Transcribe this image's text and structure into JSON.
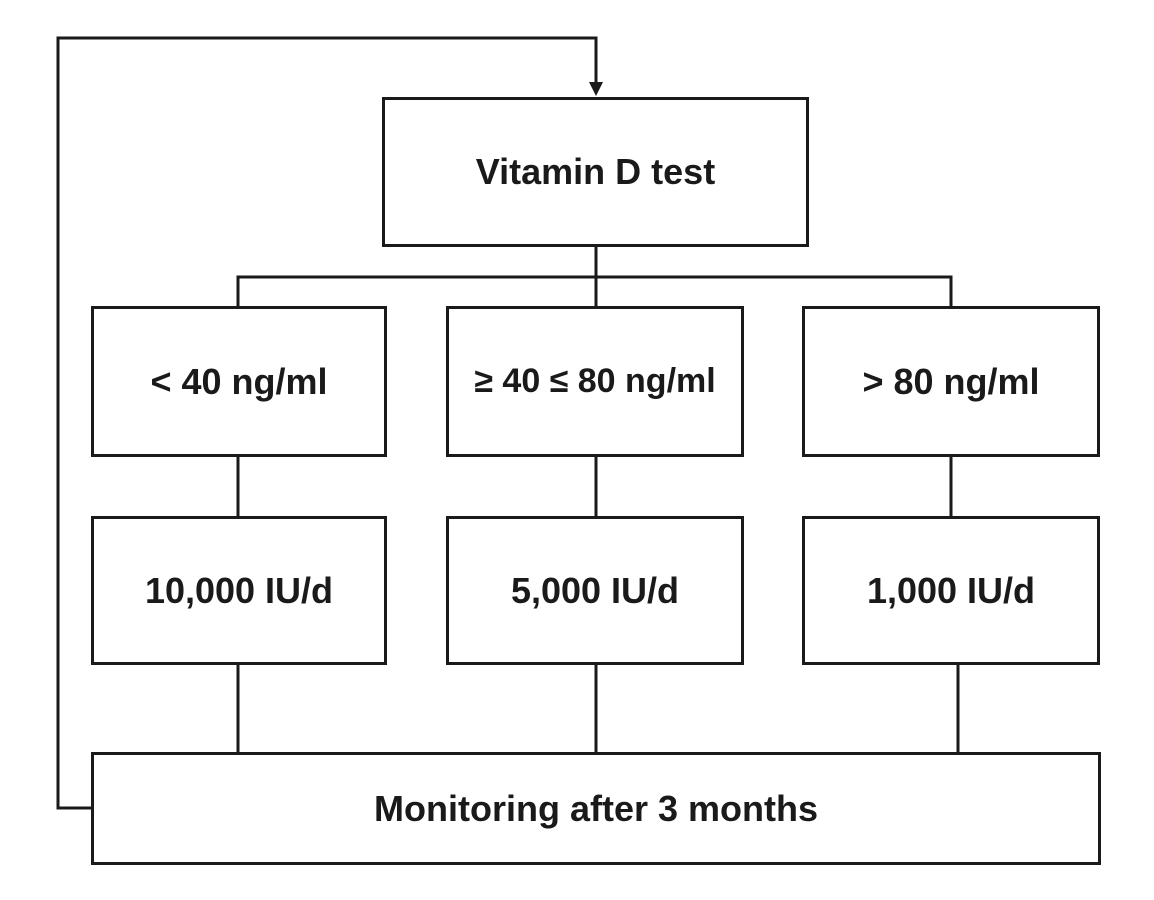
{
  "diagram": {
    "start": {
      "label": "Vitamin D test"
    },
    "ranges": [
      {
        "label": "< 40 ng/ml"
      },
      {
        "label": "≥ 40 ≤ 80 ng/ml"
      },
      {
        "label": "> 80 ng/ml"
      }
    ],
    "doses": [
      {
        "label": "10,000 IU/d"
      },
      {
        "label": "5,000 IU/d"
      },
      {
        "label": "1,000 IU/d"
      }
    ],
    "end": {
      "label": "Monitoring after 3 months"
    },
    "colors": {
      "line": "#1a1a1a",
      "background": "#ffffff"
    }
  }
}
